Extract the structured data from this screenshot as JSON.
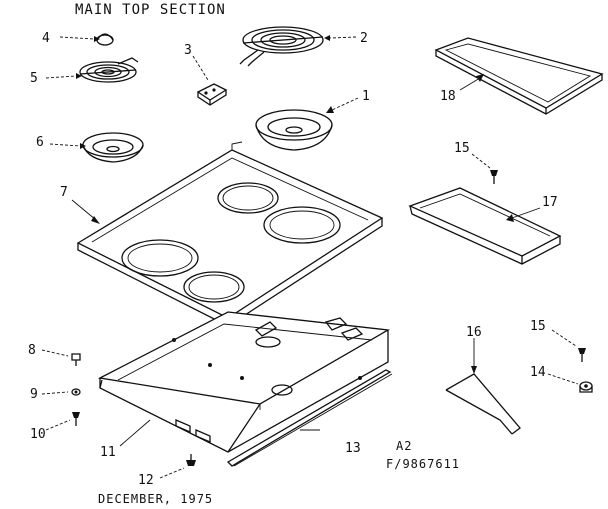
{
  "title": "MAIN TOP SECTION",
  "part_numbers": [
    "1",
    "2",
    "3",
    "4",
    "5",
    "6",
    "7",
    "8",
    "9",
    "10",
    "11",
    "12",
    "13",
    "14",
    "15",
    "15",
    "16",
    "17",
    "18"
  ],
  "footer": {
    "code": "A2",
    "model": "F/9867611",
    "date": "DECEMBER, 1975"
  }
}
